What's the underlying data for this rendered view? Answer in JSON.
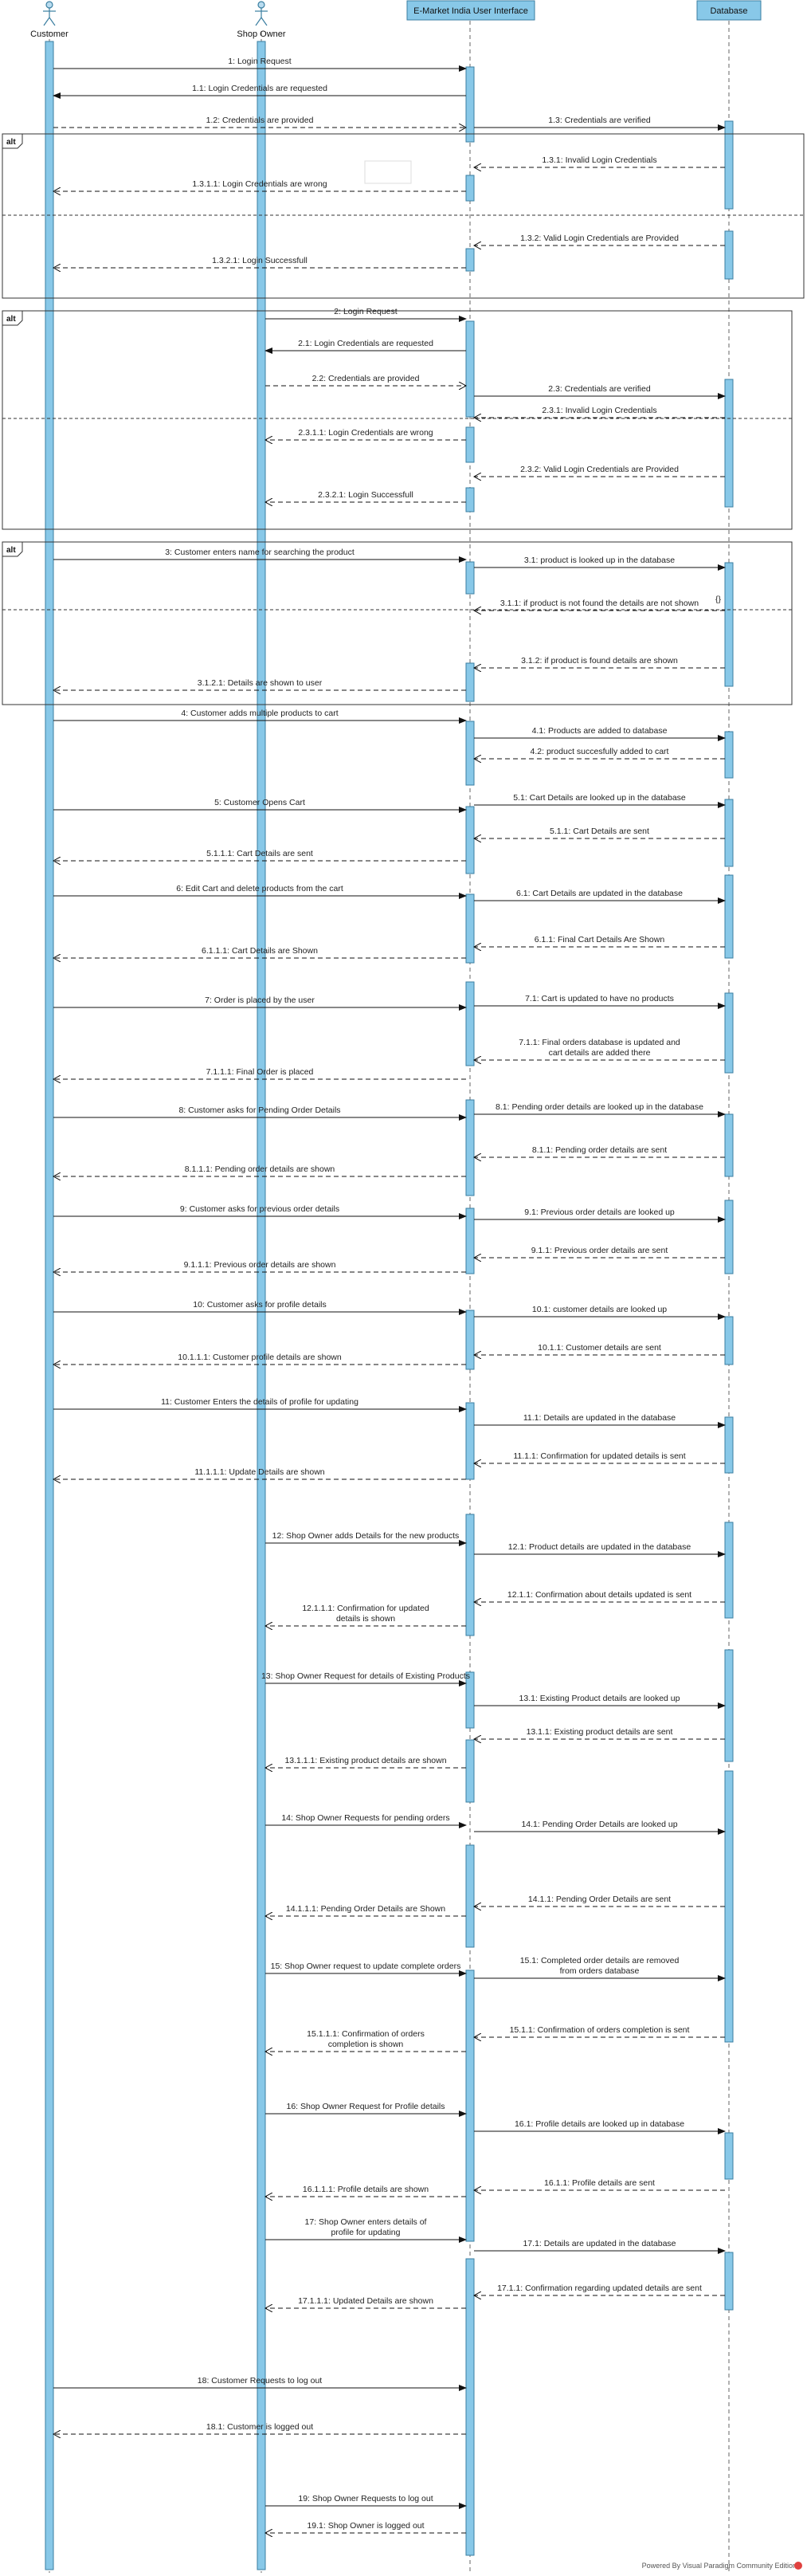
{
  "footer": "Powered By Visual Paradigm Community Edition",
  "participants": [
    {
      "id": "customer",
      "label": "Customer",
      "kind": "actor"
    },
    {
      "id": "shop_owner",
      "label": "Shop Owner",
      "kind": "actor"
    },
    {
      "id": "ui",
      "label": "E-Market India User Interface",
      "kind": "object"
    },
    {
      "id": "db",
      "label": "Database",
      "kind": "object"
    }
  ],
  "fragments": [
    {
      "tag": "alt"
    },
    {
      "tag": "alt"
    },
    {
      "tag": "alt"
    }
  ],
  "small_marker": "{}",
  "messages": [
    {
      "label": "1: Login Request",
      "from": "customer",
      "to": "ui",
      "type": "call"
    },
    {
      "label": "1.1: Login Credentials are requested",
      "from": "ui",
      "to": "customer",
      "type": "call"
    },
    {
      "label": "1.2:  Credentials are provided",
      "from": "customer",
      "to": "ui",
      "type": "return"
    },
    {
      "label": "1.3: Credentials are verified",
      "from": "ui",
      "to": "db",
      "type": "call"
    },
    {
      "label": "1.3.1: Invalid Login Credentials",
      "from": "db",
      "to": "ui",
      "type": "return"
    },
    {
      "label": "1.3.1.1: Login Credentials are wrong",
      "from": "ui",
      "to": "customer",
      "type": "return"
    },
    {
      "label": "1.3.2: Valid Login Credentials are Provided",
      "from": "db",
      "to": "ui",
      "type": "return"
    },
    {
      "label": "1.3.2.1: Login Successfull",
      "from": "ui",
      "to": "customer",
      "type": "return"
    },
    {
      "label": "2: Login Request",
      "from": "shop_owner",
      "to": "ui",
      "type": "call"
    },
    {
      "label": "2.1: Login Credentials are requested",
      "from": "ui",
      "to": "shop_owner",
      "type": "call"
    },
    {
      "label": "2.2: Credentials are provided",
      "from": "shop_owner",
      "to": "ui",
      "type": "return"
    },
    {
      "label": "2.3: Credentials are verified",
      "from": "ui",
      "to": "db",
      "type": "call"
    },
    {
      "label": "2.3.1: Invalid Login Credentials",
      "from": "db",
      "to": "ui",
      "type": "return"
    },
    {
      "label": "2.3.1.1: Login Credentials are wrong",
      "from": "ui",
      "to": "shop_owner",
      "type": "return"
    },
    {
      "label": "2.3.2: Valid Login Credentials are Provided",
      "from": "db",
      "to": "ui",
      "type": "return"
    },
    {
      "label": "2.3.2.1: Login Successfull",
      "from": "ui",
      "to": "shop_owner",
      "type": "return"
    },
    {
      "label": "3: Customer enters name for searching the product",
      "from": "customer",
      "to": "ui",
      "type": "call"
    },
    {
      "label": "3.1: product is looked up in the database",
      "from": "ui",
      "to": "db",
      "type": "call"
    },
    {
      "label": "3.1.1: if product is not found the details are not shown",
      "from": "db",
      "to": "ui",
      "type": "return"
    },
    {
      "label": "3.1.2: if product is found  details are shown",
      "from": "db",
      "to": "ui",
      "type": "return"
    },
    {
      "label": "3.1.2.1: Details are shown to user",
      "from": "ui",
      "to": "customer",
      "type": "return"
    },
    {
      "label": "4: Customer adds multiple products to cart",
      "from": "customer",
      "to": "ui",
      "type": "call"
    },
    {
      "label": "4.1: Products are added to database",
      "from": "ui",
      "to": "db",
      "type": "call"
    },
    {
      "label": "4.2: product succesfully added to cart",
      "from": "db",
      "to": "ui",
      "type": "return"
    },
    {
      "label": "5: Customer Opens Cart",
      "from": "customer",
      "to": "ui",
      "type": "call"
    },
    {
      "label": "5.1: Cart Details are looked up in the database",
      "from": "ui",
      "to": "db",
      "type": "call"
    },
    {
      "label": "5.1.1: Cart Details are sent",
      "from": "db",
      "to": "ui",
      "type": "return"
    },
    {
      "label": "5.1.1.1: Cart Details are sent",
      "from": "ui",
      "to": "customer",
      "type": "return"
    },
    {
      "label": "6: Edit Cart and delete products from the cart",
      "from": "customer",
      "to": "ui",
      "type": "call"
    },
    {
      "label": "6.1: Cart Details are updated in the database",
      "from": "ui",
      "to": "db",
      "type": "call"
    },
    {
      "label": "6.1.1: Final Cart Details Are Shown",
      "from": "db",
      "to": "ui",
      "type": "return"
    },
    {
      "label": "6.1.1.1: Cart Details are Shown",
      "from": "ui",
      "to": "customer",
      "type": "return"
    },
    {
      "label": "7: Order is placed  by the user",
      "from": "customer",
      "to": "ui",
      "type": "call"
    },
    {
      "label": "7.1: Cart is updated to have no products",
      "from": "ui",
      "to": "db",
      "type": "call"
    },
    {
      "label": "7.1.1: Final orders database is updated and|cart details are added there",
      "from": "db",
      "to": "ui",
      "type": "return"
    },
    {
      "label": "7.1.1.1: Final Order is placed",
      "from": "ui",
      "to": "customer",
      "type": "return"
    },
    {
      "label": "8: Customer asks for Pending Order Details",
      "from": "customer",
      "to": "ui",
      "type": "call"
    },
    {
      "label": "8.1: Pending order details are looked up in the database",
      "from": "ui",
      "to": "db",
      "type": "call"
    },
    {
      "label": "8.1.1: Pending order details are sent",
      "from": "db",
      "to": "ui",
      "type": "return"
    },
    {
      "label": "8.1.1.1: Pending order details are shown",
      "from": "ui",
      "to": "customer",
      "type": "return"
    },
    {
      "label": "9: Customer asks for previous order details",
      "from": "customer",
      "to": "ui",
      "type": "call"
    },
    {
      "label": "9.1: Previous order details are looked up",
      "from": "ui",
      "to": "db",
      "type": "call"
    },
    {
      "label": "9.1.1: Previous order details are sent",
      "from": "db",
      "to": "ui",
      "type": "return"
    },
    {
      "label": "9.1.1.1: Previous order details are shown",
      "from": "ui",
      "to": "customer",
      "type": "return"
    },
    {
      "label": "10: Customer asks for profile details",
      "from": "customer",
      "to": "ui",
      "type": "call"
    },
    {
      "label": "10.1: customer details are looked up",
      "from": "ui",
      "to": "db",
      "type": "call"
    },
    {
      "label": "10.1.1: Customer details are sent",
      "from": "db",
      "to": "ui",
      "type": "return"
    },
    {
      "label": "10.1.1.1: Customer profile details are shown",
      "from": "ui",
      "to": "customer",
      "type": "return"
    },
    {
      "label": "11: Customer Enters the details of profile for updating",
      "from": "customer",
      "to": "ui",
      "type": "call"
    },
    {
      "label": "11.1: Details are updated in the database",
      "from": "ui",
      "to": "db",
      "type": "call"
    },
    {
      "label": "11.1.1: Confirmation for updated details is sent",
      "from": "db",
      "to": "ui",
      "type": "return"
    },
    {
      "label": "11.1.1.1: Update Details are shown",
      "from": "ui",
      "to": "customer",
      "type": "return"
    },
    {
      "label": "12: Shop Owner adds Details for the new products",
      "from": "shop_owner",
      "to": "ui",
      "type": "call"
    },
    {
      "label": "12.1: Product details are updated in the database",
      "from": "ui",
      "to": "db",
      "type": "call"
    },
    {
      "label": "12.1.1: Confirmation about details updated is sent",
      "from": "db",
      "to": "ui",
      "type": "return"
    },
    {
      "label": "12.1.1.1: Confirmation for updated|details is shown",
      "from": "ui",
      "to": "shop_owner",
      "type": "return"
    },
    {
      "label": "13: Shop Owner Request for details of Existing Products",
      "from": "shop_owner",
      "to": "ui",
      "type": "call"
    },
    {
      "label": "13.1: Existing Product details are looked up",
      "from": "ui",
      "to": "db",
      "type": "call"
    },
    {
      "label": "13.1.1: Existing product details are sent",
      "from": "db",
      "to": "ui",
      "type": "return"
    },
    {
      "label": "13.1.1.1: Existing product details are shown",
      "from": "ui",
      "to": "shop_owner",
      "type": "return"
    },
    {
      "label": "14: Shop Owner Requests for pending orders",
      "from": "shop_owner",
      "to": "ui",
      "type": "call"
    },
    {
      "label": "14.1: Pending Order Details are looked up",
      "from": "ui",
      "to": "db",
      "type": "call"
    },
    {
      "label": "14.1.1: Pending Order Details are sent",
      "from": "db",
      "to": "ui",
      "type": "return"
    },
    {
      "label": "14.1.1.1: Pending Order Details are Shown",
      "from": "ui",
      "to": "shop_owner",
      "type": "return"
    },
    {
      "label": "15: Shop Owner request to update complete orders",
      "from": "shop_owner",
      "to": "ui",
      "type": "call"
    },
    {
      "label": "15.1: Completed order details are removed|from orders database",
      "from": "ui",
      "to": "db",
      "type": "call"
    },
    {
      "label": "15.1.1: Confirmation of orders completion is sent",
      "from": "db",
      "to": "ui",
      "type": "return"
    },
    {
      "label": "15.1.1.1: Confirmation of orders|completion is shown",
      "from": "ui",
      "to": "shop_owner",
      "type": "return"
    },
    {
      "label": "16: Shop Owner Request for Profile details",
      "from": "shop_owner",
      "to": "ui",
      "type": "call"
    },
    {
      "label": "16.1: Profile details are looked up in database",
      "from": "ui",
      "to": "db",
      "type": "call"
    },
    {
      "label": "16.1.1: Profile details are sent",
      "from": "db",
      "to": "ui",
      "type": "return"
    },
    {
      "label": "16.1.1.1: Profile details are shown",
      "from": "ui",
      "to": "shop_owner",
      "type": "return"
    },
    {
      "label": "17: Shop Owner enters details of|profile for updating",
      "from": "shop_owner",
      "to": "ui",
      "type": "call"
    },
    {
      "label": "17.1: Details are updated in the database",
      "from": "ui",
      "to": "db",
      "type": "call"
    },
    {
      "label": "17.1.1: Confirmation regarding updated details are sent",
      "from": "db",
      "to": "ui",
      "type": "return"
    },
    {
      "label": "17.1.1.1: Updated Details are shown",
      "from": "ui",
      "to": "shop_owner",
      "type": "return"
    },
    {
      "label": "18: Customer Requests to log out",
      "from": "customer",
      "to": "ui",
      "type": "call"
    },
    {
      "label": "18.1: Customer is logged out",
      "from": "ui",
      "to": "customer",
      "type": "return"
    },
    {
      "label": "19: Shop Owner Requests to log out",
      "from": "shop_owner",
      "to": "ui",
      "type": "call"
    },
    {
      "label": "19.1: Shop Owner is logged out",
      "from": "ui",
      "to": "shop_owner",
      "type": "return"
    }
  ]
}
